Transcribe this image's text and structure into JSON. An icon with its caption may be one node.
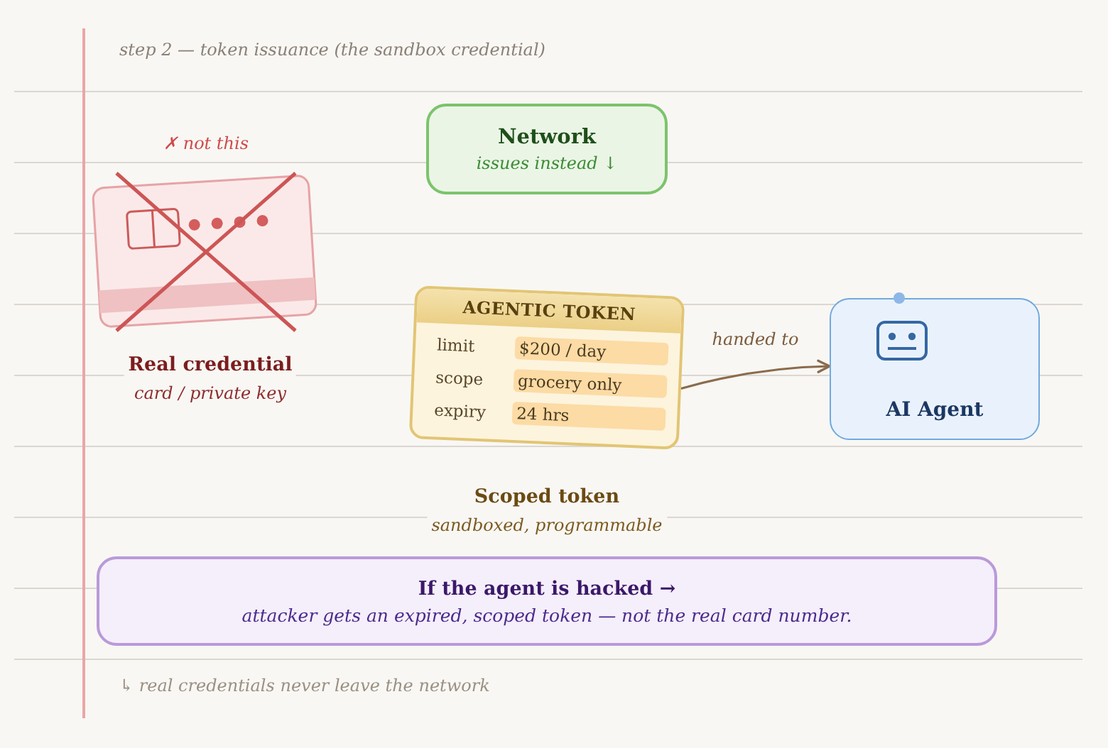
{
  "diagram": {
    "title": "step 2 — token issuance (the sandbox credential)",
    "caption": "↳ real credentials never leave the network",
    "nodes": [
      {
        "text": [
          "Network",
          "issues instead ↓"
        ]
      },
      {
        "text": [],
        "shape": "picture",
        "beside": [
          "✗ not this",
          "Real credential",
          "card / private key"
        ]
      },
      {
        "text": [
          "AGENTIC TOKEN",
          "limit",
          "$200 / day",
          "scope",
          "grocery only",
          "expiry",
          "24 hrs"
        ],
        "beside": [
          "Scoped token",
          "sandboxed, programmable"
        ]
      },
      {
        "text": [
          "AI Agent"
        ]
      },
      {
        "text": [
          "If the agent is hacked →",
          "attacker gets an expired, scoped token — not the real card number."
        ]
      }
    ],
    "edges": [
      {
        "from": 2,
        "to": 3,
        "arrow": "to",
        "label": "handed to"
      }
    ]
  }
}
